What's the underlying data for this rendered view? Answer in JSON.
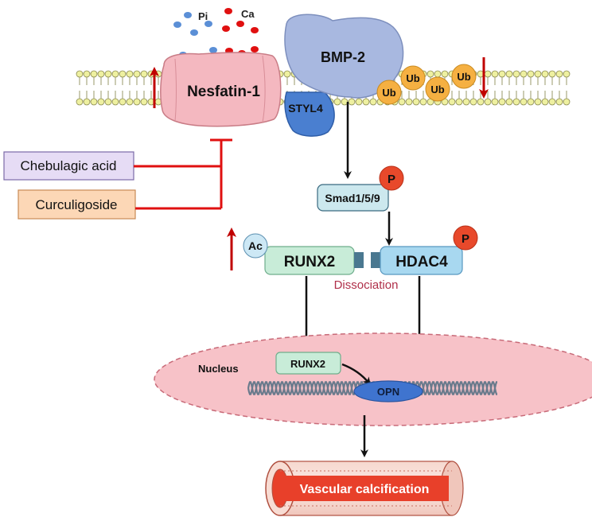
{
  "labels": {
    "pi": "Pi",
    "ca": "Ca",
    "nesfatin": "Nesfatin-1",
    "bmp2": "BMP-2",
    "styl4": "STYL4",
    "ub": "Ub",
    "smad": "Smad1/5/9",
    "p": "P",
    "ac": "Ac",
    "runx2": "RUNX2",
    "hdac4": "HDAC4",
    "dissociation": "Dissociation",
    "nucleus": "Nucleus",
    "runx2_nuclear": "RUNX2",
    "opn": "OPN",
    "vascular": "Vascular calcification"
  },
  "inhibitors": {
    "chebulagic": "Chebulagic acid",
    "curculigoside": "Curculigoside"
  },
  "colors": {
    "red_arrow": "#c00000",
    "inhibit_line": "#e01010",
    "nesfatin_fill": "#f4b8c0",
    "bmp_fill": "#a8b8e0",
    "styl_fill": "#4a7fd0",
    "ub_fill": "#f5b042",
    "p_fill": "#e8492b",
    "runx_fill": "#c8ecd8",
    "hdac_fill": "#a8d8f0",
    "nucleus_fill": "#f7c2c8",
    "vessel_red": "#e8402a"
  }
}
